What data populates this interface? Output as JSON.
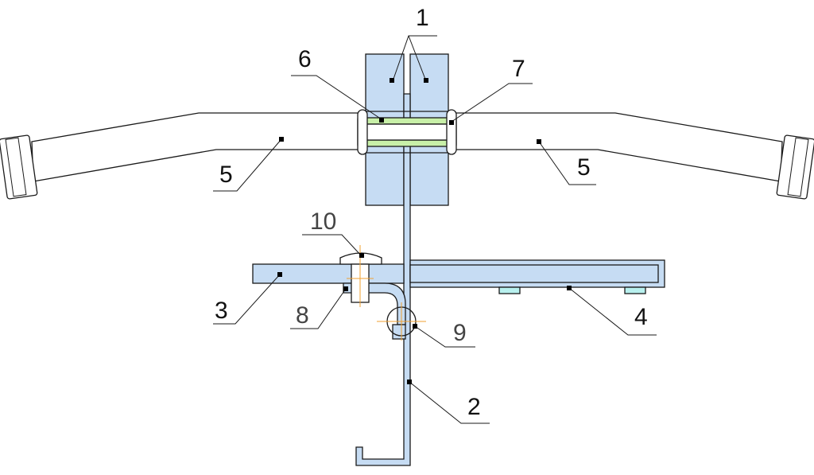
{
  "diagram": {
    "colors": {
      "part_fill": "#c6dcf3",
      "pin_fill": "#c8f0a8",
      "foot_fill": "#b8f0ee",
      "line": "#1a1a1a",
      "axis": "#f0a030"
    },
    "labels": [
      {
        "id": "1",
        "text": "1"
      },
      {
        "id": "2",
        "text": "2"
      },
      {
        "id": "3",
        "text": "3"
      },
      {
        "id": "4",
        "text": "4"
      },
      {
        "id": "5a",
        "text": "5"
      },
      {
        "id": "5b",
        "text": "5"
      },
      {
        "id": "6",
        "text": "6"
      },
      {
        "id": "7",
        "text": "7"
      },
      {
        "id": "8",
        "text": "8"
      },
      {
        "id": "9",
        "text": "9"
      },
      {
        "id": "10",
        "text": "10"
      }
    ]
  }
}
